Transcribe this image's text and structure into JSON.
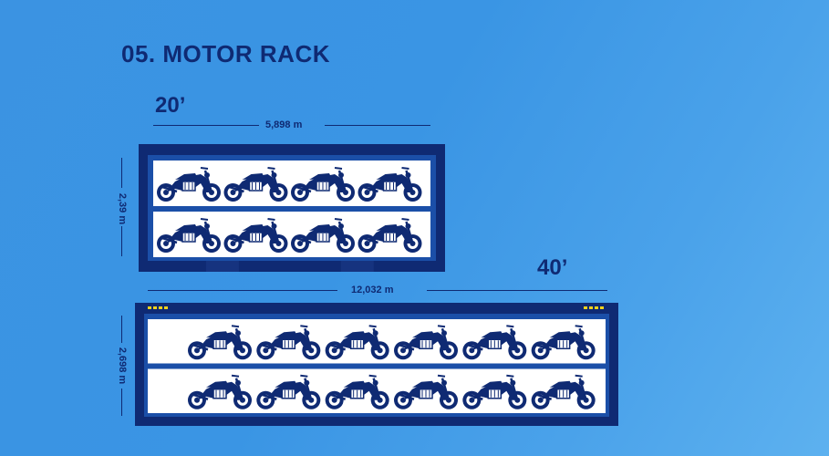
{
  "title": "05. MOTOR RACK",
  "container_20": {
    "label": "20’",
    "length": "5,898 m",
    "height": "2,39 m",
    "rows": 2,
    "bikes_per_row": 4
  },
  "container_40": {
    "label": "40’",
    "length": "12,032 m",
    "height": "2,698 m",
    "rows": 2,
    "bikes_per_row": 6
  },
  "colors": {
    "navy": "#0f2a73",
    "container_blue": "#1b4fa8",
    "panel": "#ffffff",
    "warning": "#f2d21c"
  }
}
